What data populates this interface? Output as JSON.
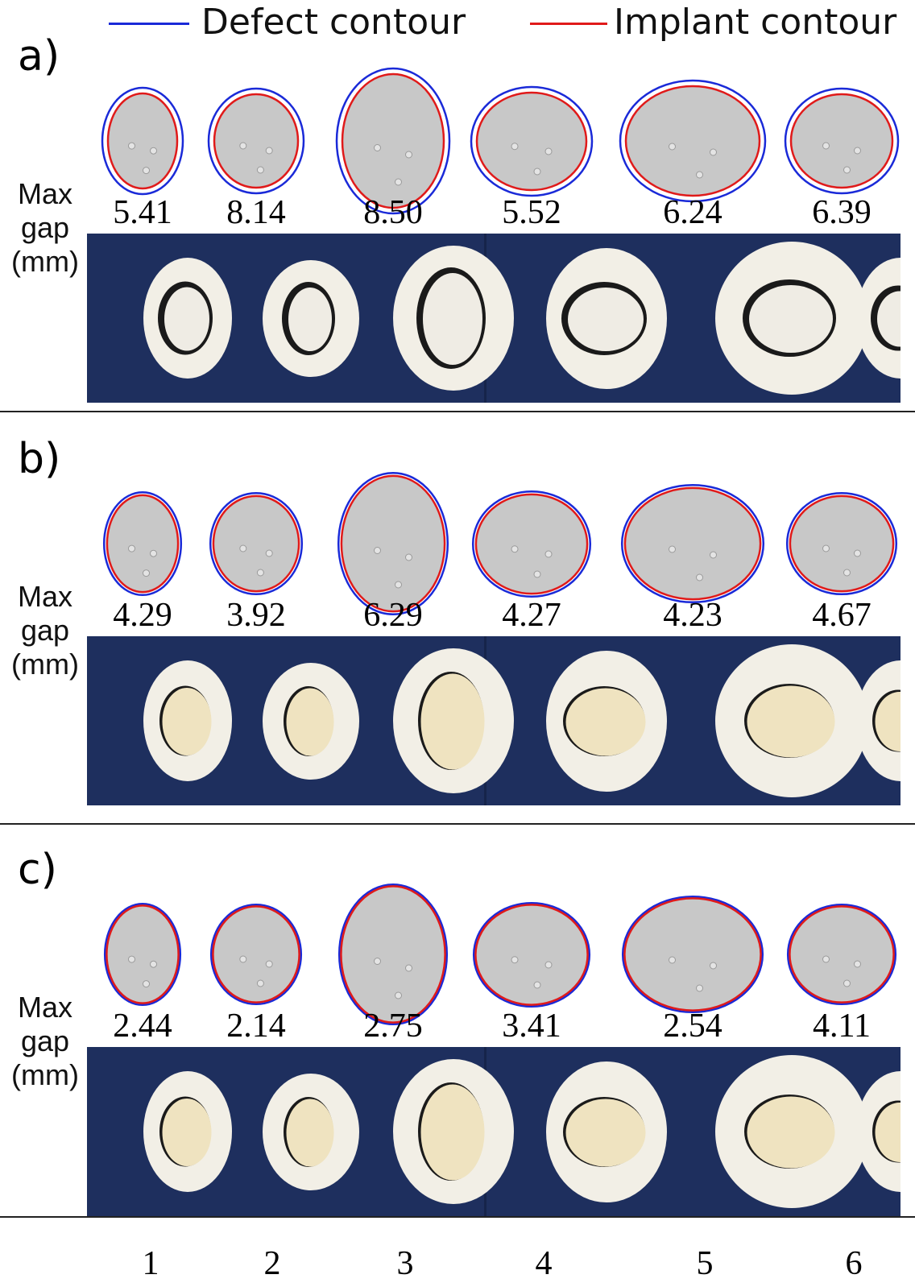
{
  "legend": {
    "defect_label": "Defect contour",
    "implant_label": "Implant contour",
    "defect_color": "#1a2ad8",
    "implant_color": "#e01a1a"
  },
  "max_gap_label": [
    "Max",
    "gap",
    "(mm)"
  ],
  "panels": [
    {
      "label": "a)",
      "values": [
        "5.41",
        "8.14",
        "8.50",
        "5.52",
        "6.24",
        "6.39"
      ]
    },
    {
      "label": "b)",
      "values": [
        "4.29",
        "3.92",
        "6.29",
        "4.27",
        "4.23",
        "4.67"
      ]
    },
    {
      "label": "c)",
      "values": [
        "2.44",
        "2.14",
        "2.75",
        "3.41",
        "2.54",
        "4.11"
      ]
    }
  ],
  "case_numbers": [
    "1",
    "2",
    "3",
    "4",
    "5",
    "6"
  ],
  "colors": {
    "background_cloth": "#1e2f5e",
    "implant_gray": "#c8c8c8",
    "skull_white": "#f2efe6"
  }
}
